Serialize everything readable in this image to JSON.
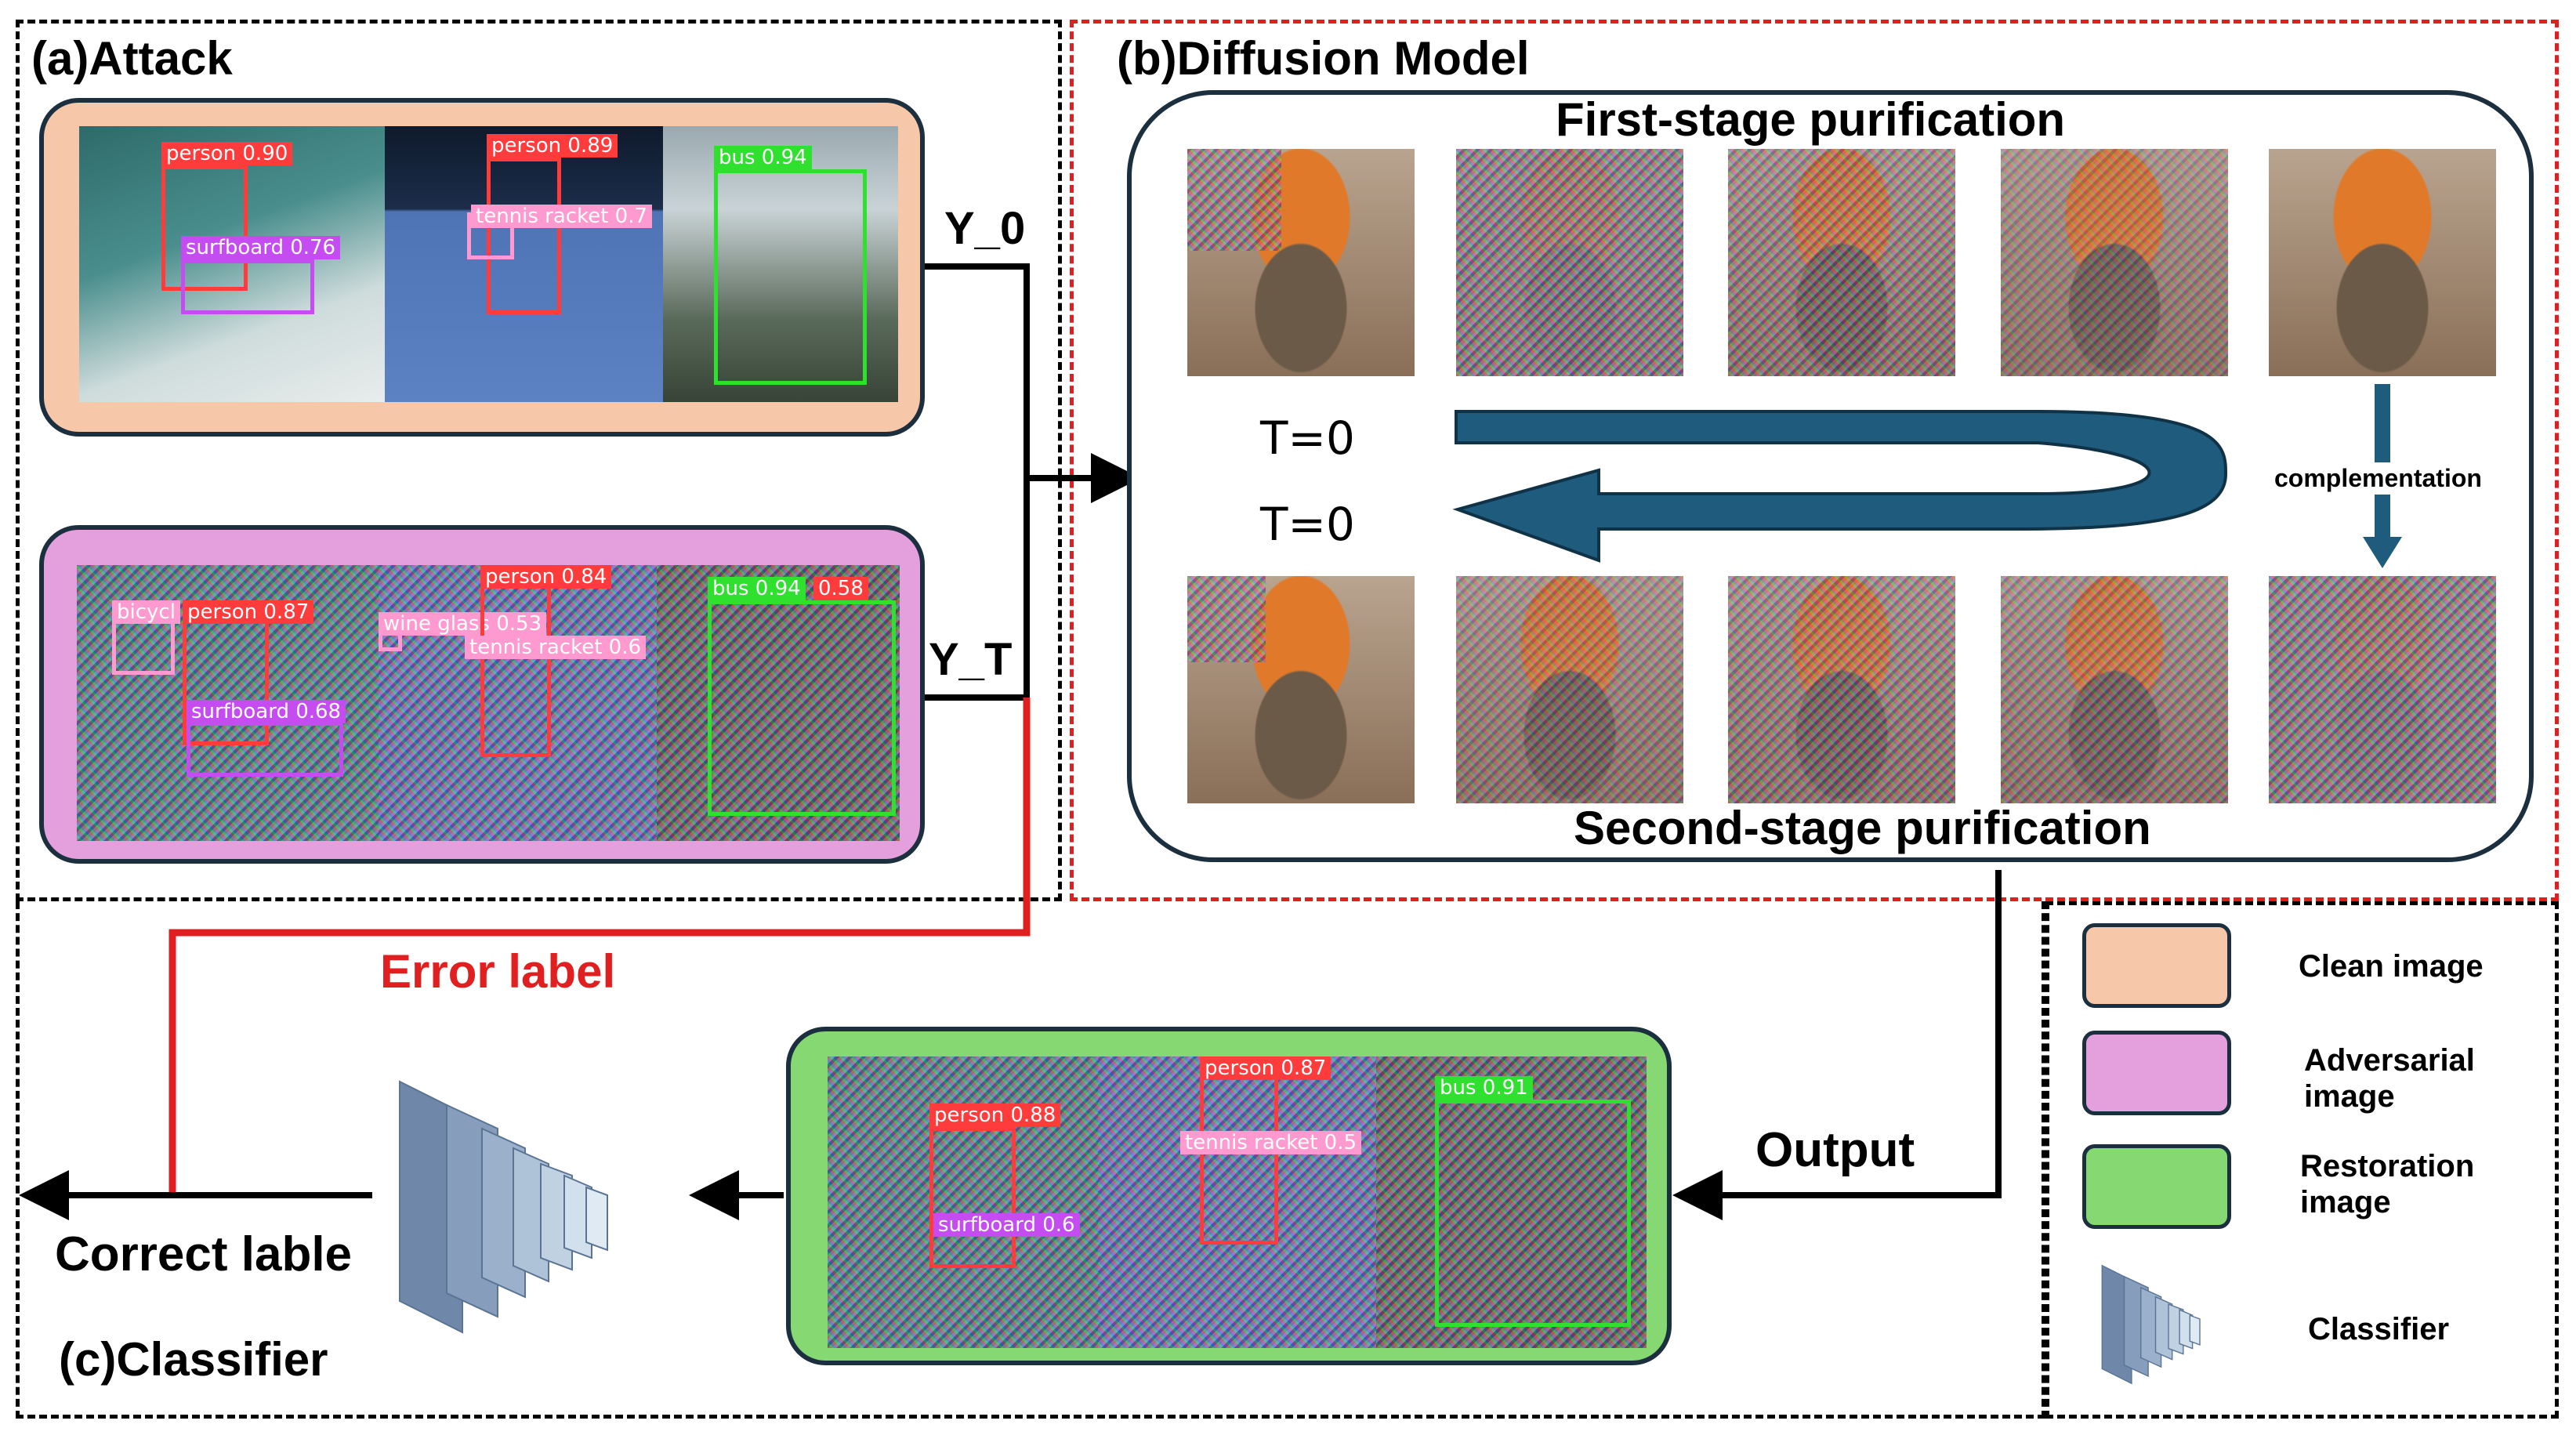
{
  "panels": {
    "attack_title": "(a)Attack",
    "diffusion_title": "(b)Diffusion Model",
    "classifier_title": "(c)Classifier"
  },
  "attack": {
    "clean_tags": [
      "person 0.90",
      "surfboard 0.76",
      "person 0.89",
      "tennis racket 0.7",
      "bus 0.94"
    ],
    "adv_tags": [
      "bicycl",
      "person 0.87",
      "surfboard 0.68",
      "wine glass 0.53",
      "person 0.84",
      "tennis racket 0.6",
      "bus 0.94",
      "0.58"
    ],
    "y0": "Y_0",
    "yt": "Y_T"
  },
  "diffusion": {
    "first_stage": "First-stage purification",
    "second_stage": "Second-stage purification",
    "t_top": "T=0",
    "t_bottom": "T=0",
    "complementation": "complementation"
  },
  "classifier": {
    "error_label": "Error label",
    "correct_label": "Correct lable",
    "output": "Output",
    "restored_tags": [
      "person 0.88",
      "surfboard 0.6",
      "person 0.87",
      "tennis racket 0.5",
      "bus 0.91"
    ]
  },
  "legend": {
    "items": [
      {
        "label": "Clean image",
        "color": "#f6c7a8"
      },
      {
        "label": "Adversarial image",
        "color": "#e4a0dc"
      },
      {
        "label": "Restoration image",
        "color": "#86d873"
      },
      {
        "label": "Classifier",
        "icon": "classifier-icon"
      }
    ]
  },
  "colors": {
    "clean_bg": "#f6c7a8",
    "adv_bg": "#e4a0dc",
    "restore_bg": "#86d873",
    "arrow_blue": "#1f5b7c",
    "error_red": "#e02020"
  }
}
